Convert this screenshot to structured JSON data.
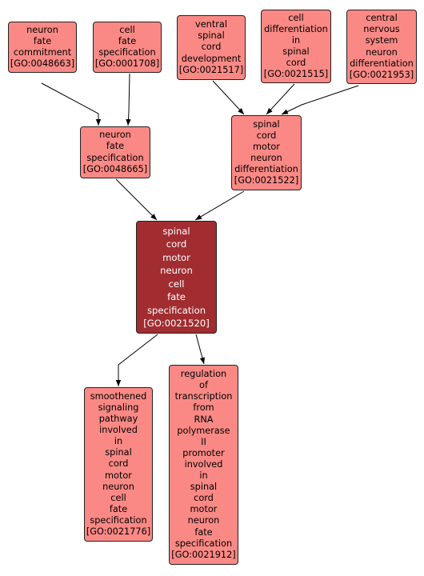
{
  "nodes": {
    "n1": {
      "label": "neuron\nfate\ncommitment\n[GO:0048663]"
    },
    "n2": {
      "label": "cell\nfate\nspecification\n[GO:0001708]"
    },
    "n3": {
      "label": "ventral\nspinal\ncord\ndevelopment\n[GO:0021517]"
    },
    "n4": {
      "label": "cell\ndifferentiation\nin\nspinal\ncord\n[GO:0021515]"
    },
    "n5": {
      "label": "central\nnervous\nsystem\nneuron\ndifferentiation\n[GO:0021953]"
    },
    "n6": {
      "label": "neuron\nfate\nspecification\n[GO:0048665]"
    },
    "n7": {
      "label": "spinal\ncord\nmotor\nneuron\ndifferentiation\n[GO:0021522]"
    },
    "n8": {
      "label": "spinal\ncord\nmotor\nneuron\ncell\nfate\nspecification\n[GO:0021520]"
    },
    "n9": {
      "label": "smoothened\nsignaling\npathway\ninvolved\nin\nspinal\ncord\nmotor\nneuron\ncell\nfate\nspecification\n[GO:0021776]"
    },
    "n10": {
      "label": "regulation\nof\ntranscription\nfrom\nRNA\npolymerase\nII\npromoter\ninvolved\nin\nspinal\ncord\nmotor\nneuron\nfate\nspecification\n[GO:0021912]"
    }
  },
  "edges": [
    [
      "n1",
      "n6"
    ],
    [
      "n2",
      "n6"
    ],
    [
      "n3",
      "n7"
    ],
    [
      "n4",
      "n7"
    ],
    [
      "n5",
      "n7"
    ],
    [
      "n6",
      "n8"
    ],
    [
      "n7",
      "n8"
    ],
    [
      "n8",
      "n9"
    ],
    [
      "n8",
      "n10"
    ]
  ],
  "colors": {
    "node_fill": "#fa8985",
    "focus_fill": "#a12d31",
    "edge": "#000000"
  }
}
